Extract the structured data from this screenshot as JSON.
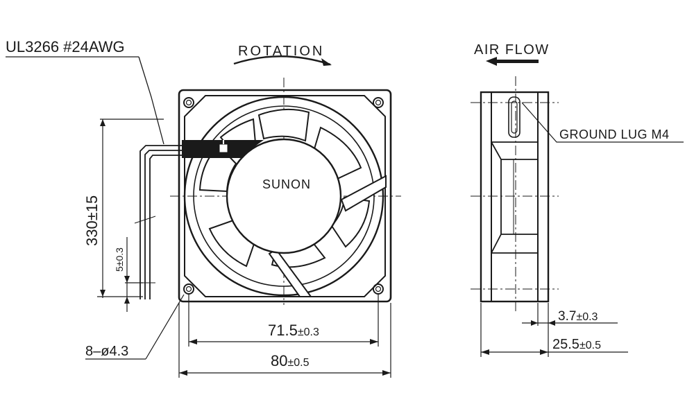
{
  "wire_spec": "UL3266 #24AWG",
  "rotation_label": "ROTATION",
  "airflow_label": "AIR FLOW",
  "brand": "SUNON",
  "ground_lug": "GROUND LUG M4",
  "dimensions": {
    "lead_length": "330±15",
    "strip_length": "5±0.3",
    "mount_holes": "8–ø4.3",
    "hole_spacing_main": "71.5",
    "hole_spacing_tol": "±0.3",
    "frame_size_main": "80",
    "frame_size_tol": "±0.5",
    "flange_thk_main": "3.7",
    "flange_thk_tol": "±0.3",
    "fan_depth_main": "25.5",
    "fan_depth_tol": "±0.5"
  },
  "colors": {
    "ink": "#1a1a1a",
    "paper": "#ffffff"
  }
}
